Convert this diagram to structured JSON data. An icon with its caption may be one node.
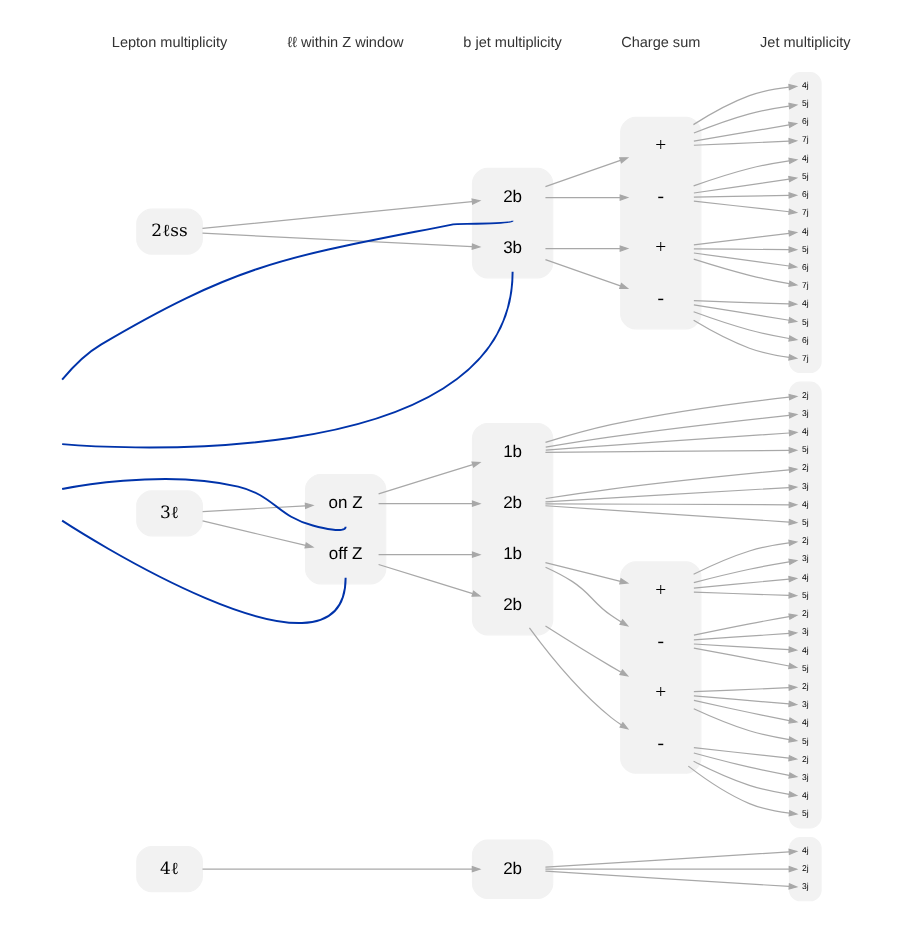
{
  "diagram": {
    "nodes": [
      {
        "text": [
          "2ℓss"
        ]
      },
      {
        "text": [],
        "shape": "box"
      },
      {
        "text": [
          "2b"
        ],
        "in": 1
      },
      {
        "text": [
          "3b"
        ],
        "in": 1
      },
      {
        "text": [],
        "shape": "box"
      },
      {
        "text": [
          "+"
        ],
        "in": 4
      },
      {
        "text": [
          "-"
        ],
        "in": 4
      },
      {
        "text": [
          "+"
        ],
        "in": 4
      },
      {
        "text": [
          "-"
        ],
        "in": 4
      },
      {
        "text": [],
        "shape": "box"
      },
      {
        "text": [
          "4j"
        ],
        "in": 9
      },
      {
        "text": [
          "5j"
        ],
        "in": 9
      },
      {
        "text": [
          "6j"
        ],
        "in": 9
      },
      {
        "text": [
          "7j"
        ],
        "in": 9
      },
      {
        "text": [
          "4j"
        ],
        "in": 9
      },
      {
        "text": [
          "5j"
        ],
        "in": 9
      },
      {
        "text": [
          "6j"
        ],
        "in": 9
      },
      {
        "text": [
          "7j"
        ],
        "in": 9
      },
      {
        "text": [
          "4j"
        ],
        "in": 9
      },
      {
        "text": [
          "5j"
        ],
        "in": 9
      },
      {
        "text": [
          "6j"
        ],
        "in": 9
      },
      {
        "text": [
          "7j"
        ],
        "in": 9
      },
      {
        "text": [
          "4j"
        ],
        "in": 9
      },
      {
        "text": [
          "5j"
        ],
        "in": 9
      },
      {
        "text": [
          "6j"
        ],
        "in": 9
      },
      {
        "text": [
          "7j"
        ],
        "in": 9
      },
      {
        "text": [
          "3ℓ"
        ]
      },
      {
        "text": [],
        "shape": "box"
      },
      {
        "text": [
          "on Z"
        ],
        "in": 27
      },
      {
        "text": [
          "off Z"
        ],
        "in": 27
      },
      {
        "text": [],
        "shape": "box"
      },
      {
        "text": [
          "1b"
        ],
        "in": 30
      },
      {
        "text": [
          "2b"
        ],
        "in": 30
      },
      {
        "text": [
          "1b"
        ],
        "in": 30
      },
      {
        "text": [
          "2b"
        ],
        "in": 30
      },
      {
        "text": [],
        "shape": "box"
      },
      {
        "text": [
          "+"
        ],
        "in": 35
      },
      {
        "text": [
          "-"
        ],
        "in": 35
      },
      {
        "text": [
          "+"
        ],
        "in": 35
      },
      {
        "text": [
          "-"
        ],
        "in": 35
      },
      {
        "text": [],
        "shape": "box"
      },
      {
        "text": [
          "2j"
        ],
        "in": 40
      },
      {
        "text": [
          "3j"
        ],
        "in": 40
      },
      {
        "text": [
          "4j"
        ],
        "in": 40
      },
      {
        "text": [
          "5j"
        ],
        "in": 40
      },
      {
        "text": [
          "2j"
        ],
        "in": 40
      },
      {
        "text": [
          "3j"
        ],
        "in": 40
      },
      {
        "text": [
          "4j"
        ],
        "in": 40
      },
      {
        "text": [
          "5j"
        ],
        "in": 40
      },
      {
        "text": [
          "2j"
        ],
        "in": 40
      },
      {
        "text": [
          "3j"
        ],
        "in": 40
      },
      {
        "text": [
          "4j"
        ],
        "in": 40
      },
      {
        "text": [
          "5j"
        ],
        "in": 40
      },
      {
        "text": [
          "2j"
        ],
        "in": 40
      },
      {
        "text": [
          "3j"
        ],
        "in": 40
      },
      {
        "text": [
          "4j"
        ],
        "in": 40
      },
      {
        "text": [
          "5j"
        ],
        "in": 40
      },
      {
        "text": [
          "2j"
        ],
        "in": 40
      },
      {
        "text": [
          "3j"
        ],
        "in": 40
      },
      {
        "text": [
          "4j"
        ],
        "in": 40
      },
      {
        "text": [
          "5j"
        ],
        "in": 40
      },
      {
        "text": [
          "2j"
        ],
        "in": 40
      },
      {
        "text": [
          "3j"
        ],
        "in": 40
      },
      {
        "text": [
          "4j"
        ],
        "in": 40
      },
      {
        "text": [
          "5j"
        ],
        "in": 40
      },
      {
        "text": [
          "4ℓ"
        ]
      },
      {
        "text": [],
        "shape": "box"
      },
      {
        "text": [
          "2b"
        ],
        "in": 66
      },
      {
        "text": [],
        "shape": "box"
      },
      {
        "text": [
          "2j"
        ],
        "in": 68
      },
      {
        "text": [
          "3j"
        ],
        "in": 68
      },
      {
        "text": [
          "4j"
        ],
        "in": 68
      }
    ],
    "edges": [
      {
        "from": 0,
        "to": 2,
        "arrow": "to"
      },
      {
        "from": 0,
        "to": 3,
        "arrow": "to"
      },
      {
        "from": 2,
        "to": 5,
        "arrow": "to"
      },
      {
        "from": 2,
        "to": 6,
        "arrow": "to"
      },
      {
        "from": 3,
        "to": 7,
        "arrow": "to"
      },
      {
        "from": 3,
        "to": 8,
        "arrow": "to"
      },
      {
        "from": 5,
        "to": 10,
        "arrow": "to"
      },
      {
        "from": 5,
        "to": 11,
        "arrow": "to"
      },
      {
        "from": 5,
        "to": 12,
        "arrow": "to"
      },
      {
        "from": 5,
        "to": 13,
        "arrow": "to"
      },
      {
        "from": 6,
        "to": 14,
        "arrow": "to"
      },
      {
        "from": 6,
        "to": 15,
        "arrow": "to"
      },
      {
        "from": 6,
        "to": 16,
        "arrow": "to"
      },
      {
        "from": 6,
        "to": 17,
        "arrow": "to"
      },
      {
        "from": 7,
        "to": 18,
        "arrow": "to"
      },
      {
        "from": 7,
        "to": 19,
        "arrow": "to"
      },
      {
        "from": 7,
        "to": 20,
        "arrow": "to"
      },
      {
        "from": 7,
        "to": 21,
        "arrow": "to"
      },
      {
        "from": 8,
        "to": 22,
        "arrow": "to"
      },
      {
        "from": 8,
        "to": 23,
        "arrow": "to"
      },
      {
        "from": 8,
        "to": 24,
        "arrow": "to"
      },
      {
        "from": 8,
        "to": 25,
        "arrow": "to"
      },
      {
        "from": 26,
        "to": 28,
        "arrow": "to"
      },
      {
        "from": 26,
        "to": 29,
        "arrow": "to"
      },
      {
        "from": 28,
        "to": 31,
        "arrow": "to"
      },
      {
        "from": 28,
        "to": 32,
        "arrow": "to"
      },
      {
        "from": 29,
        "to": 33,
        "arrow": "to"
      },
      {
        "from": 29,
        "to": 34,
        "arrow": "to"
      },
      {
        "from": 31,
        "to": 41,
        "arrow": "to"
      },
      {
        "from": 31,
        "to": 42,
        "arrow": "to"
      },
      {
        "from": 31,
        "to": 43,
        "arrow": "to"
      },
      {
        "from": 31,
        "to": 44,
        "arrow": "to"
      },
      {
        "from": 32,
        "to": 45,
        "arrow": "to"
      },
      {
        "from": 32,
        "to": 46,
        "arrow": "to"
      },
      {
        "from": 32,
        "to": 47,
        "arrow": "to"
      },
      {
        "from": 32,
        "to": 48,
        "arrow": "to"
      },
      {
        "from": 33,
        "to": 36,
        "arrow": "to"
      },
      {
        "from": 33,
        "to": 37,
        "arrow": "to"
      },
      {
        "from": 34,
        "to": 38,
        "arrow": "to"
      },
      {
        "from": 34,
        "to": 39,
        "arrow": "to"
      },
      {
        "from": 36,
        "to": 49,
        "arrow": "to"
      },
      {
        "from": 36,
        "to": 50,
        "arrow": "to"
      },
      {
        "from": 36,
        "to": 51,
        "arrow": "to"
      },
      {
        "from": 36,
        "to": 52,
        "arrow": "to"
      },
      {
        "from": 37,
        "to": 53,
        "arrow": "to"
      },
      {
        "from": 37,
        "to": 54,
        "arrow": "to"
      },
      {
        "from": 37,
        "to": 55,
        "arrow": "to"
      },
      {
        "from": 37,
        "to": 56,
        "arrow": "to"
      },
      {
        "from": 38,
        "to": 57,
        "arrow": "to"
      },
      {
        "from": 38,
        "to": 58,
        "arrow": "to"
      },
      {
        "from": 38,
        "to": 59,
        "arrow": "to"
      },
      {
        "from": 38,
        "to": 60,
        "arrow": "to"
      },
      {
        "from": 39,
        "to": 61,
        "arrow": "to"
      },
      {
        "from": 39,
        "to": 62,
        "arrow": "to"
      },
      {
        "from": 39,
        "to": 63,
        "arrow": "to"
      },
      {
        "from": 39,
        "to": 64,
        "arrow": "to"
      },
      {
        "from": 65,
        "to": 67,
        "arrow": "to"
      },
      {
        "from": 67,
        "to": 69,
        "arrow": "to"
      },
      {
        "from": 67,
        "to": 70,
        "arrow": "to"
      },
      {
        "from": 67,
        "to": 71,
        "arrow": "to"
      },
      {
        "from": null,
        "to": 2,
        "arrow": "none",
        "color": "#0033aa"
      },
      {
        "from": null,
        "to": 3,
        "arrow": "none",
        "color": "#0033aa"
      },
      {
        "from": null,
        "to": 28,
        "arrow": "none",
        "color": "#0033aa"
      },
      {
        "from": null,
        "to": 29,
        "arrow": "none",
        "color": "#0033aa"
      }
    ],
    "labels": [
      "Lepton multiplicity",
      "ℓℓ within Z window",
      "b jet multiplicity",
      "Charge sum",
      "Jet multiplicity"
    ]
  }
}
